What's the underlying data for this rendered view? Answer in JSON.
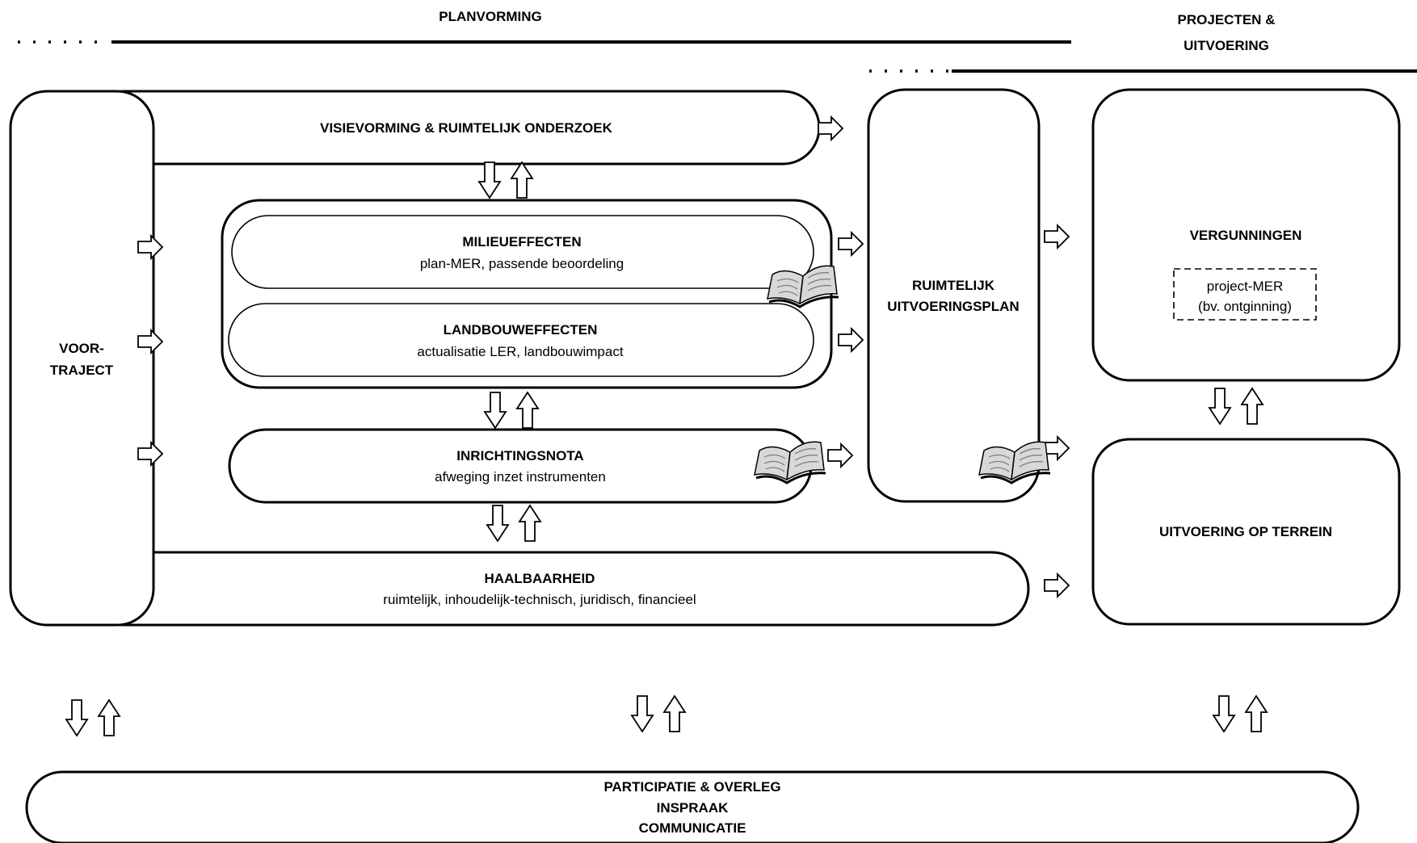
{
  "phases": {
    "planvorming": "PLANVORMING",
    "projecten_line1": "PROJECTEN &",
    "projecten_line2": "UITVOERING"
  },
  "boxes": {
    "voortraject": [
      "VOOR-",
      "TRAJECT"
    ],
    "visievorming": "VISIEVORMING & RUIMTELIJK ONDERZOEK",
    "milieueffecten": {
      "title": "MILIEUEFFECTEN",
      "subtitle": "plan-MER, passende beoordeling"
    },
    "landbouweffecten": {
      "title": "LANDBOUWEFFECTEN",
      "subtitle": "actualisatie LER, landbouwimpact"
    },
    "inrichtingsnota": {
      "title": "INRICHTINGSNOTA",
      "subtitle": "afweging inzet instrumenten"
    },
    "haalbaarheid": {
      "title": "HAALBAARHEID",
      "subtitle": "ruimtelijk, inhoudelijk-technisch, juridisch, financieel"
    },
    "rup": [
      "RUIMTELIJK",
      "UITVOERINGSPLAN"
    ],
    "vergunningen": {
      "title": "VERGUNNINGEN",
      "dashed_line1": "project-MER",
      "dashed_line2": "(bv. ontginning)"
    },
    "uitvoering": "UITVOERING OP TERREIN",
    "participatie": [
      "PARTICIPATIE & OVERLEG",
      "INSPRAAK",
      "COMMUNICATIE"
    ]
  },
  "icons": {
    "document": "open-book-icon",
    "flow": "hollow-arrow-icon"
  }
}
